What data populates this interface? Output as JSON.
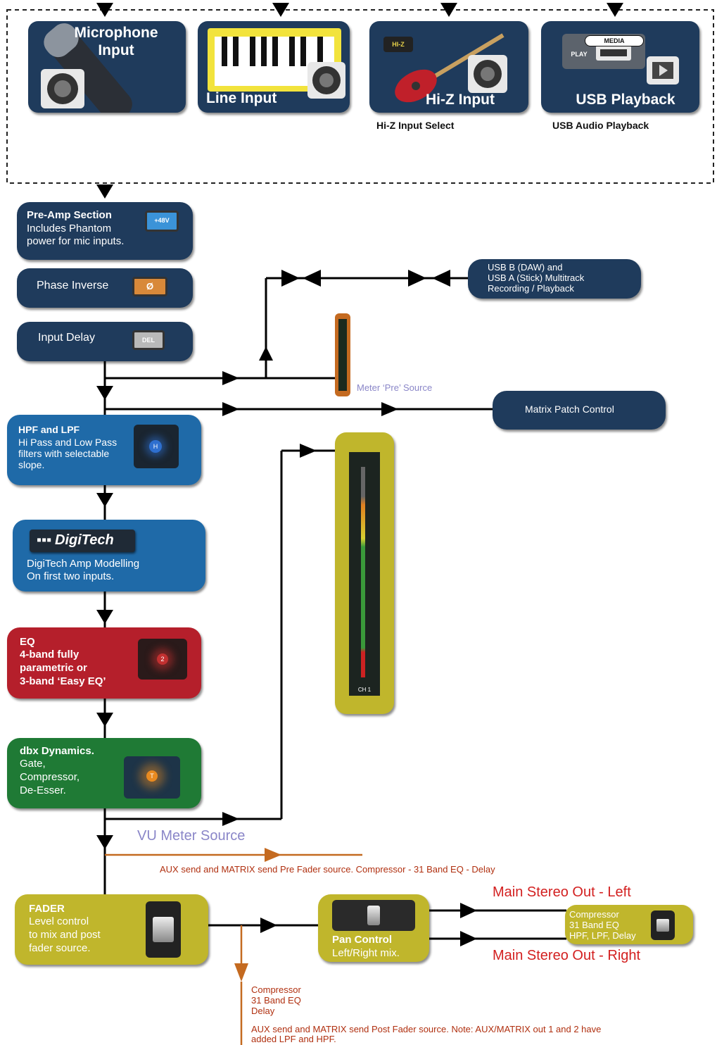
{
  "colors": {
    "navy": "#1f3b5c",
    "blue": "#1f6aa8",
    "red": "#b51f2b",
    "green": "#1f7a35",
    "olive": "#c0b62c",
    "orange_line": "#c46a20",
    "red_text": "#d32020",
    "meter_label": "#8a86c8"
  },
  "sources": [
    {
      "label": "Microphone Input",
      "icon": "microphone-icon",
      "sub": ""
    },
    {
      "label": "Line Input",
      "icon": "keyboard-icon",
      "sub": ""
    },
    {
      "label": "Hi-Z Input",
      "icon": "guitar-icon",
      "sub": "Hi-Z Input Select",
      "chip": "HI-Z"
    },
    {
      "label": "USB Playback",
      "icon": "usb-icon",
      "sub": "USB Audio Playback",
      "chip_media": "MEDIA",
      "chip_play": "PLAY"
    }
  ],
  "chain": {
    "preamp": {
      "title": "Pre-Amp Section",
      "line1": "Includes Phantom",
      "line2": "power for mic inputs.",
      "button": "+48V"
    },
    "phase": {
      "title": "Phase Inverse",
      "button": "Ø"
    },
    "delay": {
      "title": "Input Delay",
      "button": "DEL"
    },
    "filters": {
      "title": "HPF and LPF",
      "line1": "Hi Pass and Low Pass",
      "line2": "filters with selectable",
      "line3": "slope.",
      "knob": "H"
    },
    "digitech": {
      "logo": "DigiTech",
      "line1": "DigiTech Amp Modelling",
      "line2": "On first two inputs."
    },
    "eq": {
      "title": "EQ",
      "line1": "4-band fully",
      "line2": "parametric or",
      "line3": "3-band ‘Easy EQ’",
      "knob": "2"
    },
    "dynamics": {
      "title": "dbx Dynamics.",
      "line1": "Gate,",
      "line2": "Compressor,",
      "line3": "De-Esser.",
      "knob": "T"
    },
    "fader": {
      "title": "FADER",
      "line1": "Level control",
      "line2": "to mix and post",
      "line3": "fader source."
    },
    "pan": {
      "title": "Pan Control",
      "line1": "Left/Right mix."
    }
  },
  "side": {
    "usb_rec": {
      "line1": "USB B (DAW) and",
      "line2": "USB A (Stick) Multitrack",
      "line3": "Recording / Playback"
    },
    "meter_pre": "Meter ‘Pre’ Source",
    "matrix": "Matrix Patch Control",
    "vu_meter": "VU Meter Source",
    "vu_channel": "CH 1",
    "vu_meter_level": 0.88
  },
  "annotations": {
    "aux_pre": "AUX send and MATRIX send Pre Fader source. Compressor - 31 Band EQ - Delay",
    "post_fx1": "Compressor",
    "post_fx2": "31 Band EQ",
    "post_fx3": "Delay",
    "aux_post1": "AUX send and MATRIX send Post Fader source. Note: AUX/MATRIX out 1 and 2 have",
    "aux_post2": "added LPF and HPF."
  },
  "outputs": {
    "left": "Main Stereo Out - Left",
    "right": "Main Stereo Out - Right",
    "bus_line1": "Compressor",
    "bus_line2": "31 Band EQ",
    "bus_line3": "HPF, LPF, Delay"
  }
}
